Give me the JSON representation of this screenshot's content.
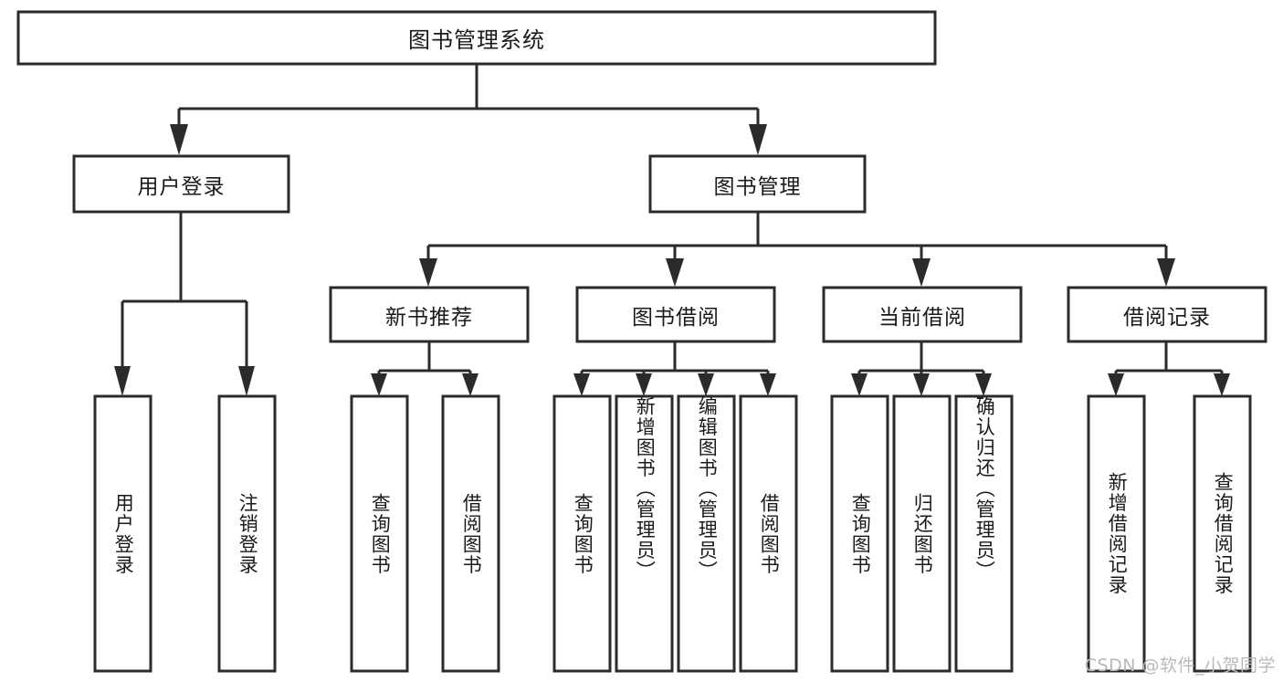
{
  "diagram": {
    "title": "图书管理系统",
    "type": "tree",
    "background_color": "#ffffff",
    "line_color": "#2b2b2b",
    "text_color": "#1a1a1a",
    "root": {
      "label": "图书管理系统"
    },
    "level2": [
      {
        "label": "用户登录"
      },
      {
        "label": "图书管理"
      }
    ],
    "level3": [
      {
        "label": "新书推荐"
      },
      {
        "label": "图书借阅"
      },
      {
        "label": "当前借阅"
      },
      {
        "label": "借阅记录"
      }
    ],
    "leaves": {
      "user_login": [
        {
          "label": "用户登录"
        },
        {
          "label": "注销登录"
        }
      ],
      "new_book_recommend": [
        {
          "label": "查询图书"
        },
        {
          "label": "借阅图书"
        }
      ],
      "book_borrow": [
        {
          "label": "查询图书"
        },
        {
          "label": "新增图书（管理员）"
        },
        {
          "label": "编辑图书（管理员）"
        },
        {
          "label": "借阅图书"
        }
      ],
      "current_borrow": [
        {
          "label": "查询图书"
        },
        {
          "label": "归还图书"
        },
        {
          "label": "确认归还（管理员）"
        }
      ],
      "borrow_record": [
        {
          "label": "新增借阅记录"
        },
        {
          "label": "查询借阅记录"
        }
      ]
    }
  },
  "watermark": {
    "text": "CSDN @软件_小贺同学"
  }
}
